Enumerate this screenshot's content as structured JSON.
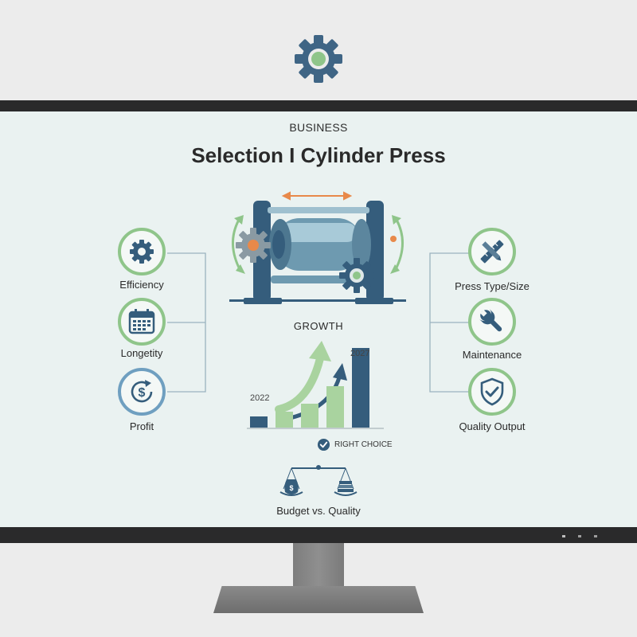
{
  "slide": {
    "category": "BUSINESS",
    "title": "Selection I Cylinder Press",
    "left_factors": [
      {
        "label": "Efficiency",
        "icon": "gear-icon"
      },
      {
        "label": "Longetity",
        "icon": "calendar-icon"
      },
      {
        "label": "Profit",
        "icon": "dollar-cycle-icon"
      }
    ],
    "right_factors": [
      {
        "label": "Press Type/Size",
        "icon": "ruler-pencil-icon"
      },
      {
        "label": "Maintenance",
        "icon": "wrench-icon"
      },
      {
        "label": "Quality Output",
        "icon": "shield-check-icon"
      }
    ],
    "growth": {
      "label": "GROWTH",
      "start_year": "2022",
      "end_year": "2027",
      "bar_levels": [
        0.14,
        0.2,
        0.3,
        0.52,
        1.0
      ]
    },
    "right_choice": "RIGHT CHOICE",
    "budget_label": "Budget vs. Quality"
  },
  "colors": {
    "navy": "#355d7c",
    "green": "#8fc58a",
    "light_green": "#a9d39f",
    "orange": "#e8894a",
    "screen_bg": "#eaf2f1"
  }
}
